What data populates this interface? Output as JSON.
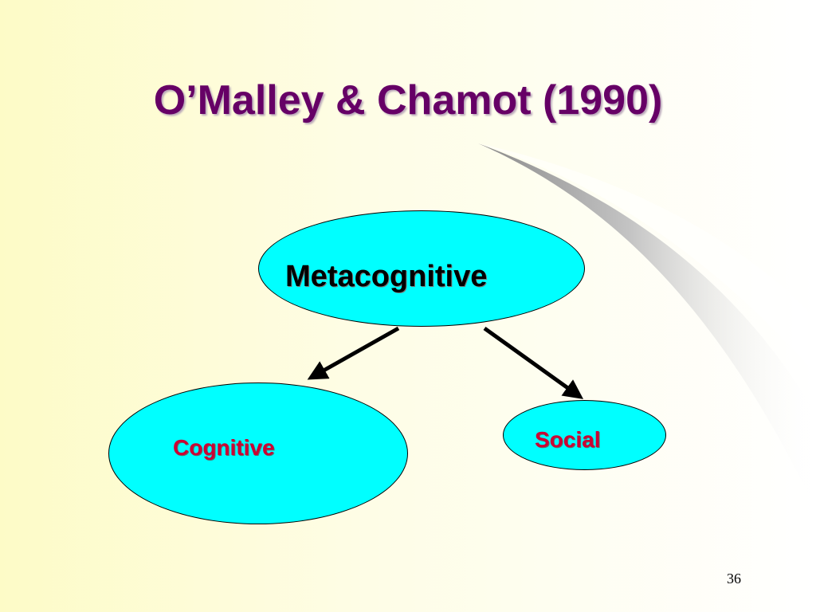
{
  "slide": {
    "title": "O’Malley & Chamot (1990)",
    "slide_number": "36"
  },
  "diagram": {
    "nodes": [
      {
        "id": "metacognitive",
        "label": "Metacognitive",
        "fill": "#00ffff",
        "text_color": "#000000"
      },
      {
        "id": "cognitive",
        "label": "Cognitive",
        "fill": "#00ffff",
        "text_color": "#cc0033"
      },
      {
        "id": "social",
        "label": "Social",
        "fill": "#00ffff",
        "text_color": "#cc0033"
      }
    ],
    "edges": [
      {
        "from": "metacognitive",
        "to": "cognitive"
      },
      {
        "from": "metacognitive",
        "to": "social"
      }
    ]
  },
  "colors": {
    "title": "#660066",
    "node_fill": "#00ffff",
    "sub_label": "#cc0033"
  }
}
